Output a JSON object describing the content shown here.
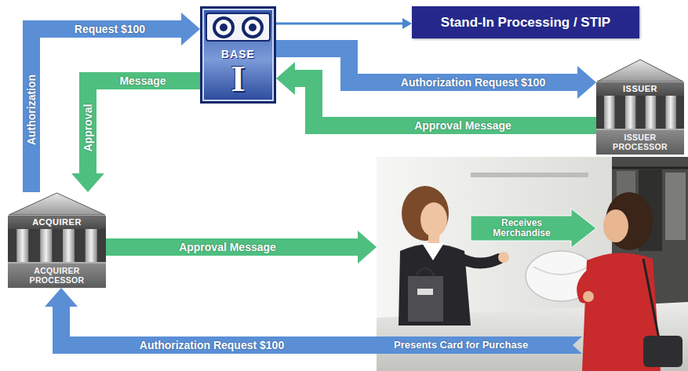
{
  "diagram": {
    "nodes": [
      {
        "text": [
          "BASE",
          "I"
        ]
      },
      {
        "text": [
          "Stand-In Processing / STIP"
        ]
      },
      {
        "text": [
          "ISSUER",
          "ISSUER PROCESSOR"
        ]
      },
      {
        "text": [
          "ACQUIRER",
          "ACQUIRER PROCESSOR"
        ]
      },
      {
        "text": [
          "Receives Merchandise",
          "Presents Card for Purchase"
        ]
      }
    ],
    "edges": [
      {
        "from": 3,
        "to": 0,
        "label": "Request $100",
        "arrow": "to"
      },
      {
        "from": 0,
        "to": 3,
        "label": "Message",
        "arrow": "to"
      },
      {
        "from": 0,
        "to": 1,
        "arrow": "to"
      },
      {
        "from": 0,
        "to": 2,
        "label": "Authorization Request $100",
        "arrow": "to"
      },
      {
        "from": 2,
        "to": 0,
        "label": "Approval Message",
        "arrow": "to"
      },
      {
        "from": 3,
        "to": 4,
        "label": "Approval Message",
        "arrow": "to"
      },
      {
        "from": 4,
        "to": 3,
        "label": "Authorization Request $100",
        "arrow": "to"
      }
    ],
    "labels": [
      "Authorization",
      "Approval"
    ]
  }
}
